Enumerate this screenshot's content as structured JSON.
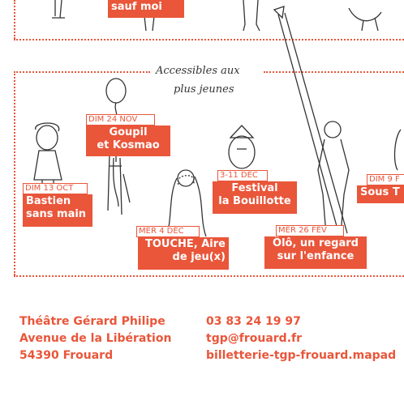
{
  "top_event": {
    "title": "sauf moi"
  },
  "section_heading": {
    "line1": "Accessibles aux",
    "line2": "plus jeunes"
  },
  "events": [
    {
      "date": "DIM 13 OCT",
      "title_lines": [
        "Bastien",
        "sans main"
      ]
    },
    {
      "date": "DIM 24 NOV",
      "title_lines": [
        "Goupil",
        "et Kosmao"
      ]
    },
    {
      "date": "MER 4 DÉC",
      "title_lines": [
        "TOUCHE, Aire",
        "de jeu(x)"
      ]
    },
    {
      "date": "3-11 DÉC",
      "title_lines": [
        "Festival",
        "la Bouillotte"
      ]
    },
    {
      "date": "MER 26 FÉV",
      "title_lines": [
        "Ôlô, un regard",
        "sur l'enfance"
      ]
    },
    {
      "date": "DIM 9 F",
      "title_lines": [
        "Sous T"
      ]
    }
  ],
  "footer": {
    "address": [
      "Théâtre Gérard Philipe",
      "Avenue de la Libération",
      "54390 Frouard"
    ],
    "contact": [
      "03 83 24 19 97",
      "tgp@frouard.fr",
      "billetterie-tgp-frouard.mapad"
    ]
  },
  "colors": {
    "accent": "#e9563a",
    "ink": "#333333"
  }
}
